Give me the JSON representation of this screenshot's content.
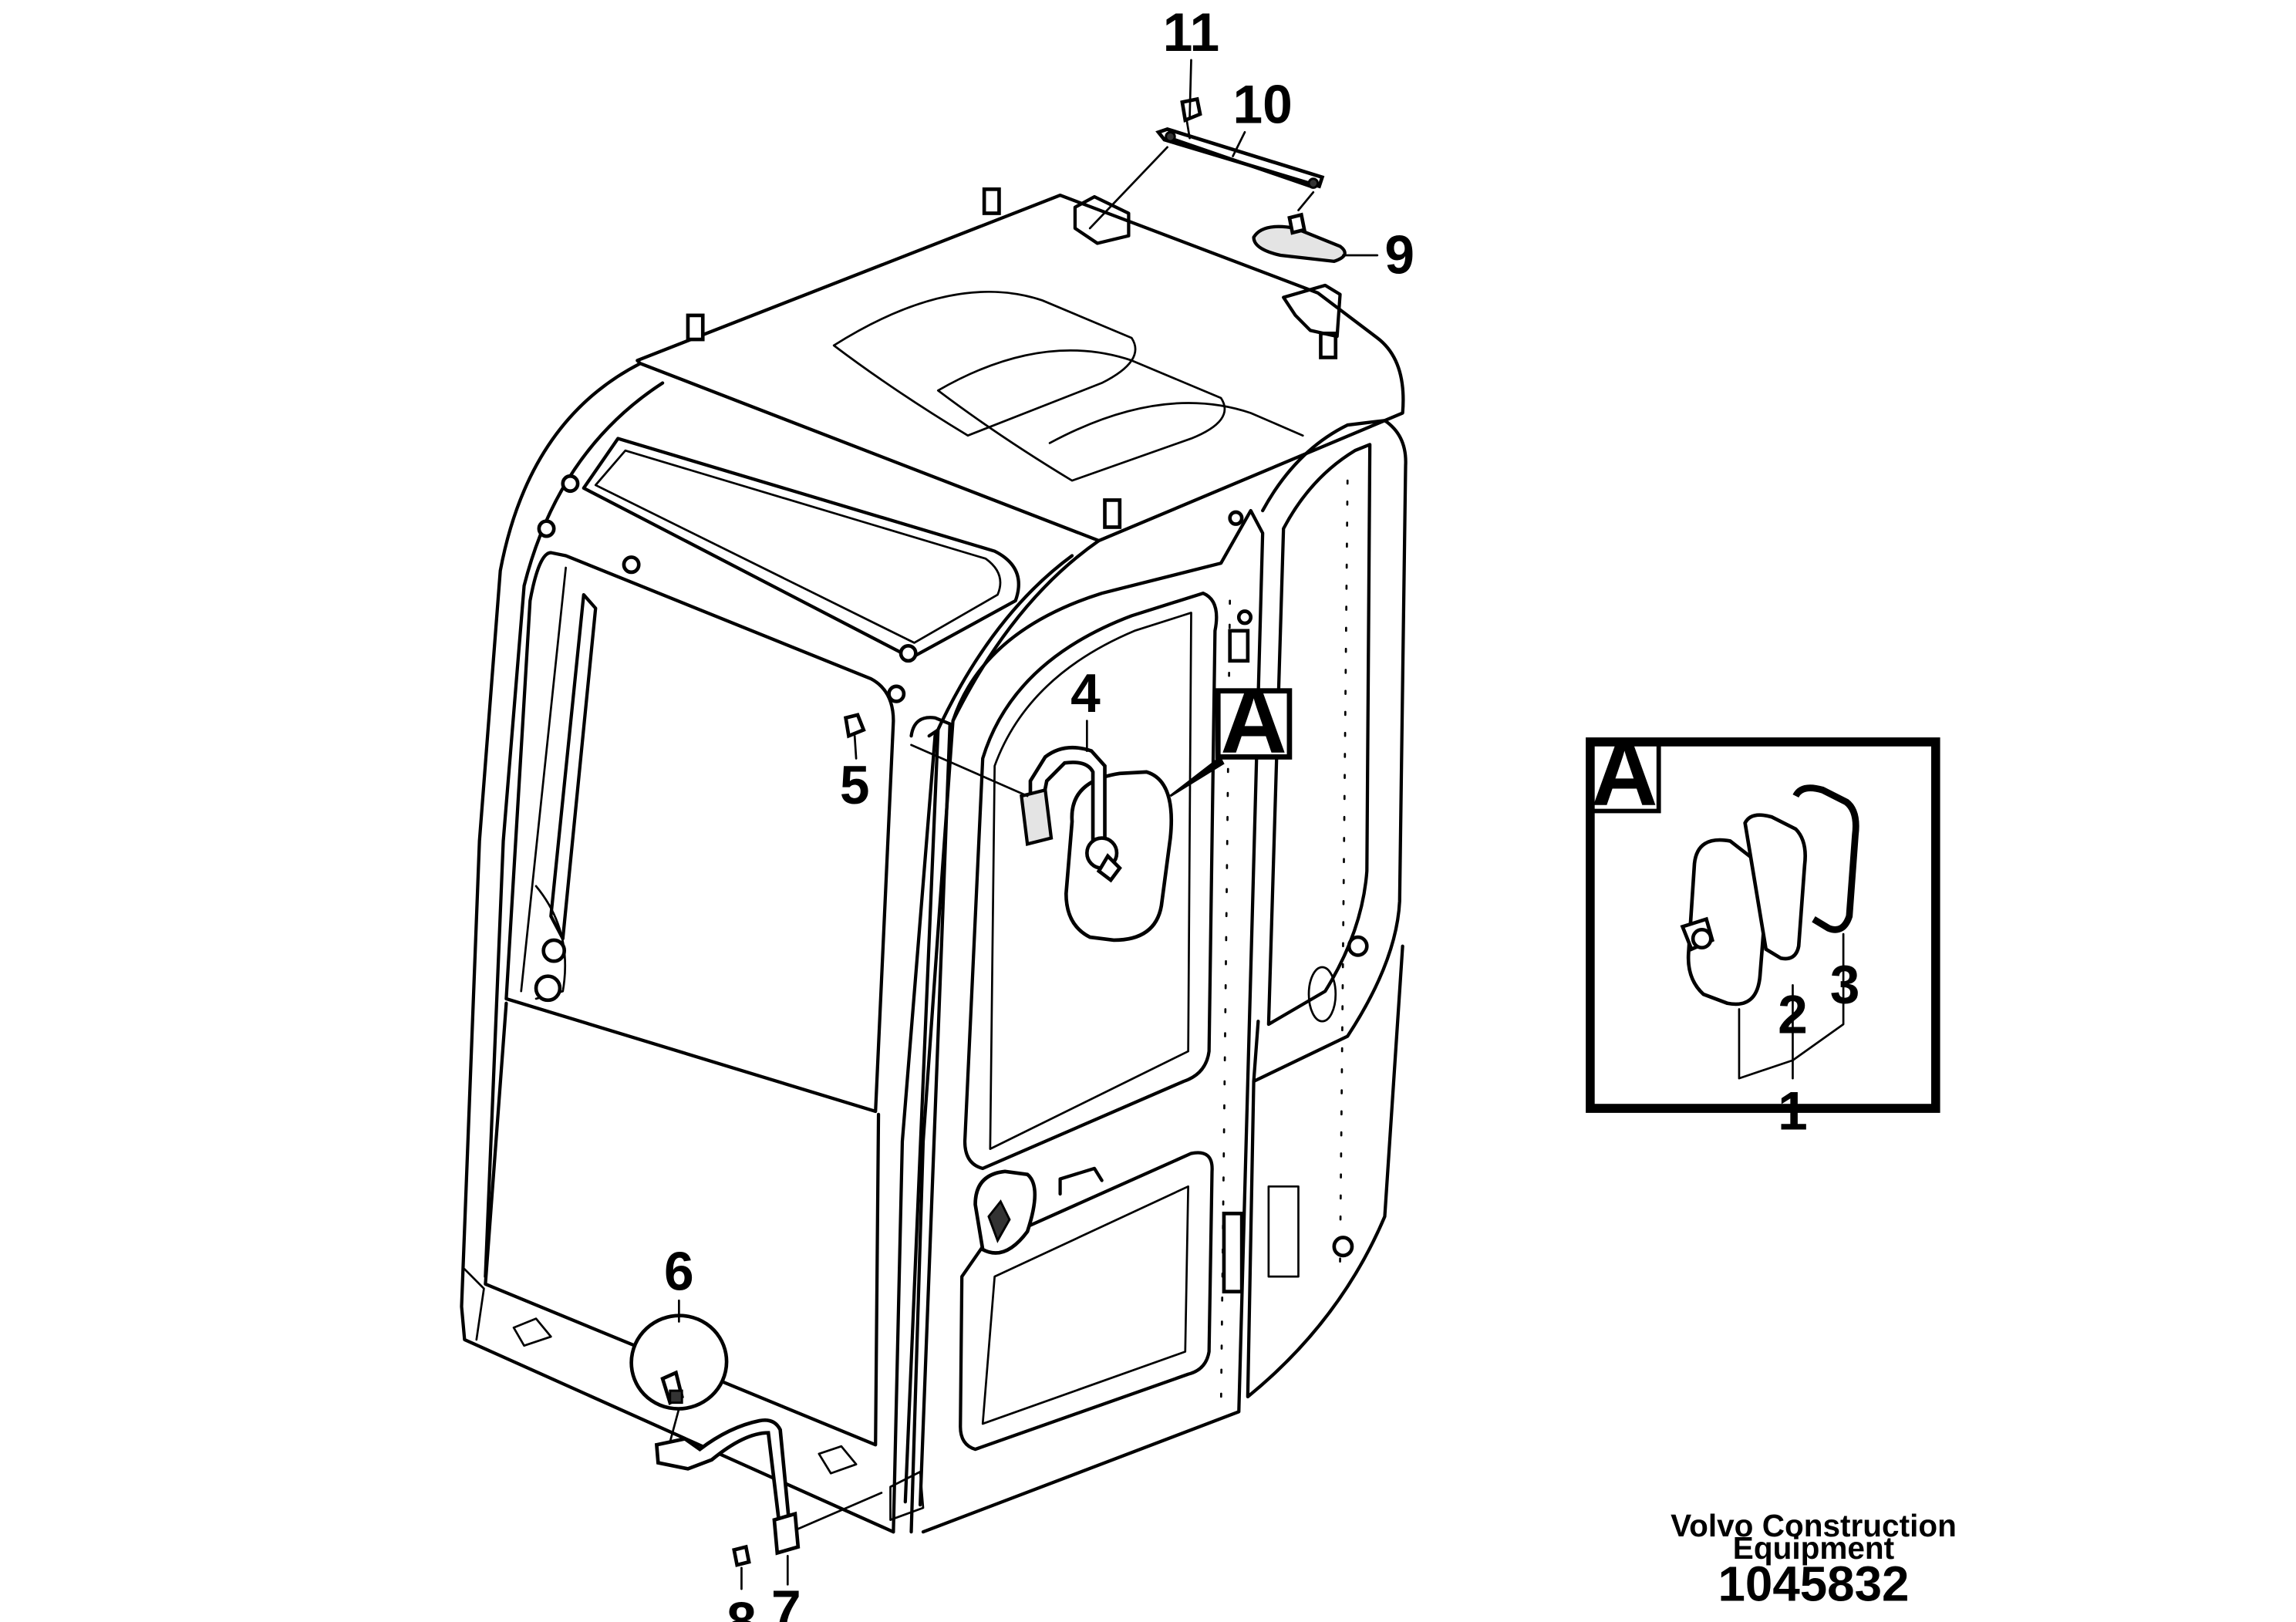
{
  "callouts": {
    "c1": "1",
    "c2": "2",
    "c3": "3",
    "c4": "4",
    "c5": "5",
    "c6": "6",
    "c7": "7",
    "c8": "8",
    "c9": "9",
    "c10": "10",
    "c11": "11"
  },
  "detail_marker": "A",
  "detail_box_marker": "A",
  "footer": {
    "line1": "Volvo Construction",
    "line2": "Equipment",
    "figure_id": "1045832"
  }
}
